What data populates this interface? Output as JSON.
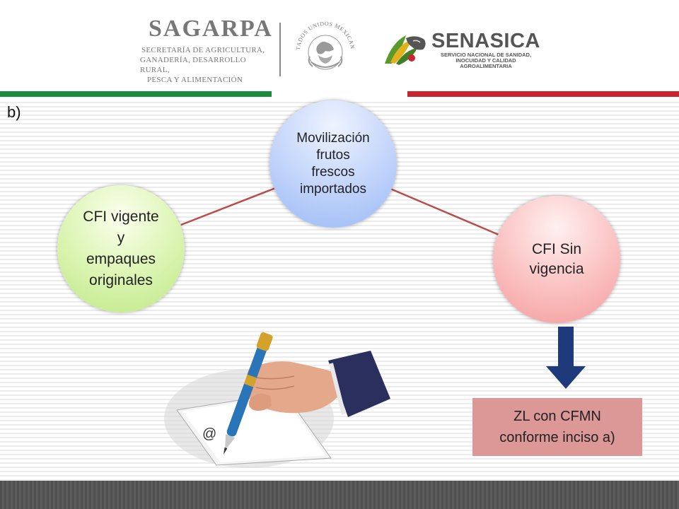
{
  "header": {
    "sagarpa": {
      "name": "SAGARPA",
      "subtitle_lines": [
        "SECRETARÍA DE AGRICULTURA,",
        "GANADERÍA, DESARROLLO RURAL,",
        "PESCA Y ALIMENTACIÓN"
      ]
    },
    "seal": {
      "text": "ESTADOS UNIDOS MEXICANOS"
    },
    "senasica": {
      "name": "SENASICA",
      "subtitle_lines": [
        "SERVICIO NACIONAL DE SANIDAD,",
        "INOCUIDAD Y CALIDAD",
        "AGROALIMENTARIA"
      ]
    },
    "stripe_colors": {
      "green": "#1a8a3c",
      "red": "#c8252f"
    }
  },
  "slide": {
    "label": "b)",
    "center_node": {
      "lines": [
        "Movilización",
        "frutos",
        "frescos",
        "importados"
      ],
      "color": "#c4d6fb"
    },
    "left_node": {
      "lines": [
        "CFI vigente",
        "y",
        "empaques",
        "originales"
      ],
      "color": "#dcf5b4"
    },
    "right_node": {
      "lines": [
        "CFI Sin",
        "vigencia"
      ],
      "color": "#fbc4c4"
    },
    "connector_color": "#b94d4a",
    "arrow_color": "#1f3a7a",
    "result_box": {
      "lines": [
        "ZL con CFMN",
        "conforme inciso a)"
      ],
      "color": "#dc9797"
    },
    "illustration": {
      "icon": "hand-writing-pen-icon",
      "paper_mark": "@"
    }
  }
}
